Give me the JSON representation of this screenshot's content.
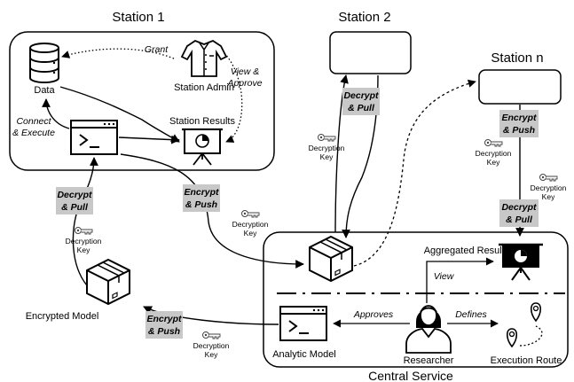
{
  "stations": {
    "s1": {
      "title": "Station 1",
      "data": "Data",
      "admin": "Station Admin",
      "results": "Station Results"
    },
    "s2": {
      "title": "Station 2"
    },
    "sn": {
      "title": "Station n"
    }
  },
  "edges": {
    "grant": "Grant",
    "view_approve_1": "View &",
    "view_approve_2": "Approve",
    "connect_1": "Connect",
    "connect_2": "& Execute",
    "decrypt": "Decrypt",
    "pull": "& Pull",
    "encrypt": "Encrypt",
    "push": "& Push",
    "view": "View",
    "approves": "Approves",
    "defines": "Defines"
  },
  "key": {
    "line1": "Decryption",
    "line2": "Key"
  },
  "central": {
    "title": "Central Service",
    "aggregated": "Aggregated Results",
    "analytic_model": "Analytic Model",
    "researcher": "Researcher",
    "route": "Execution Route"
  },
  "encrypted_model": "Encrypted Model"
}
